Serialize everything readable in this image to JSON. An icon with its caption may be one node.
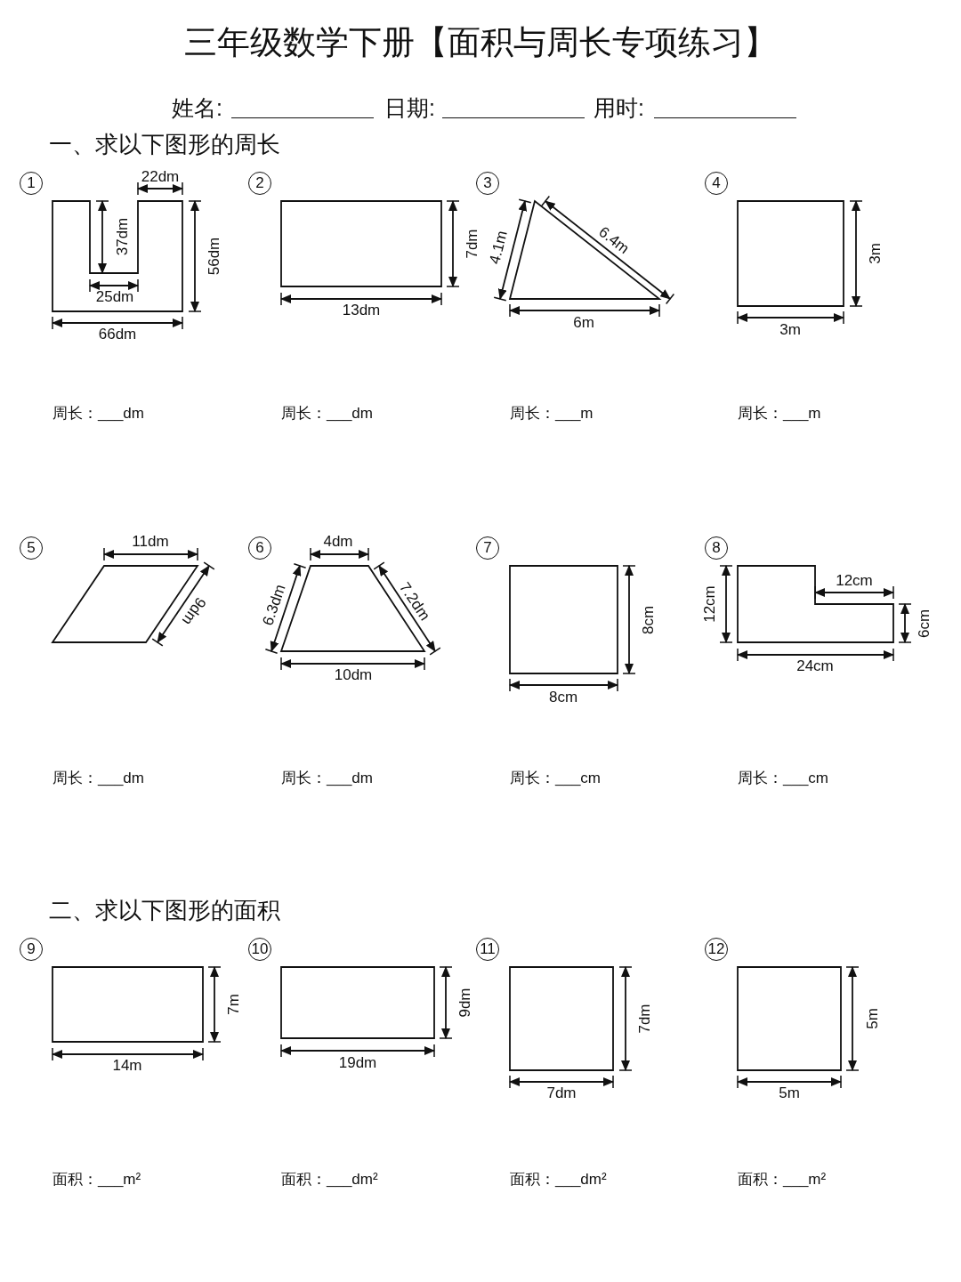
{
  "diagram": {
    "title": "三年级数学下册【面积与周长专项练习】",
    "labels": [
      "姓名:",
      "日期:",
      "用时:",
      "一、求以下图形的周长",
      "25dm",
      "周长：___dm",
      "周长：___dm",
      "周长：___m",
      "周长：___m",
      "周长：___dm",
      "周长：___dm",
      "周长：___cm",
      "周长：___cm",
      "二、求以下图形的面积",
      "面积：___m²",
      "面积：___dm²",
      "面积：___dm²",
      "面积：___m²"
    ],
    "nodes": [
      {
        "text": [],
        "shape": "polygon",
        "beside": [
          "1",
          "22dm",
          "37dm",
          "56dm",
          "66dm"
        ]
      },
      {
        "text": [],
        "shape": "box",
        "beside": [
          "2",
          "7dm",
          "13dm"
        ]
      },
      {
        "text": [],
        "shape": "triangle",
        "beside": [
          "3",
          "4.1m",
          "6.4m",
          "6m"
        ]
      },
      {
        "text": [],
        "shape": "box",
        "beside": [
          "4",
          "3m",
          "3m"
        ]
      },
      {
        "text": [],
        "shape": "parallelogram",
        "beside": [
          "5",
          "11dm",
          "9dm"
        ]
      },
      {
        "text": [],
        "shape": "trapezoid",
        "beside": [
          "6",
          "4dm",
          "6.3dm",
          "7.2dm",
          "10dm"
        ]
      },
      {
        "text": [],
        "shape": "box",
        "beside": [
          "7",
          "8cm",
          "8cm"
        ]
      },
      {
        "text": [],
        "shape": "polygon",
        "beside": [
          "8",
          "12cm",
          "12cm",
          "6cm",
          "24cm"
        ]
      },
      {
        "text": [],
        "shape": "box",
        "beside": [
          "9",
          "7m",
          "14m"
        ]
      },
      {
        "text": [],
        "shape": "box",
        "beside": [
          "10",
          "9dm",
          "19dm"
        ]
      },
      {
        "text": [],
        "shape": "box",
        "beside": [
          "11",
          "7dm",
          "7dm"
        ]
      },
      {
        "text": [],
        "shape": "box",
        "beside": [
          "12",
          "5m",
          "5m"
        ]
      }
    ]
  }
}
